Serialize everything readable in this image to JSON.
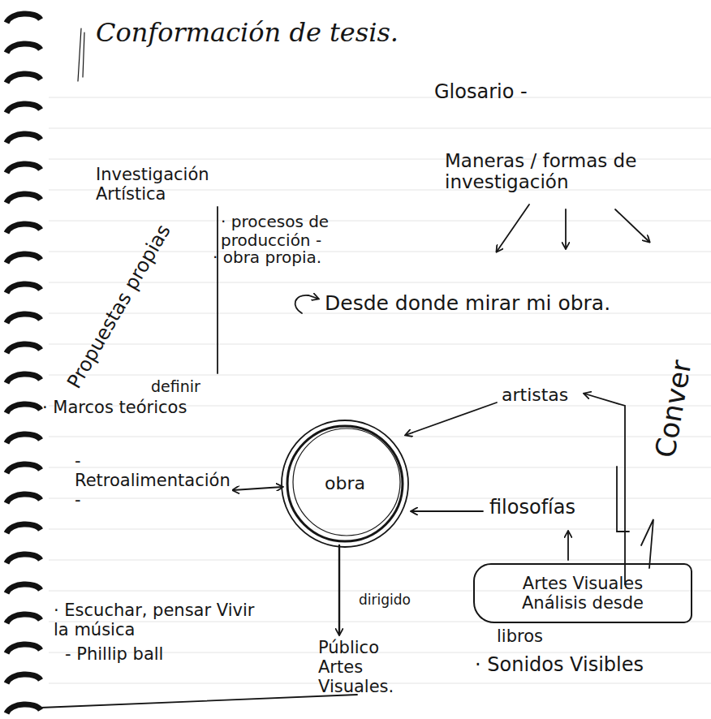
{
  "diagram": {
    "title": "Conformación de tesis.",
    "nodes": [
      {
        "text": [
          "obra"
        ]
      },
      {
        "text": [
          "Artes Visuales Análisis desde"
        ]
      }
    ],
    "labels": [
      "Glosario -",
      "Maneras / formas de investigación",
      "Investigación Artística",
      "· procesos de producción -",
      "· obra propia.",
      "Propuestas propias",
      "Desde donde mirar mi obra.",
      "definir",
      "· Marcos teóricos",
      "- Retroalimentación -",
      "artistas",
      "filosofías",
      "Conver",
      "· Escuchar, pensar Vivir la música",
      "- Phillip ball",
      "dirigido",
      "Público Artes Visuales.",
      "libros",
      "· Sonidos Visibles"
    ]
  }
}
